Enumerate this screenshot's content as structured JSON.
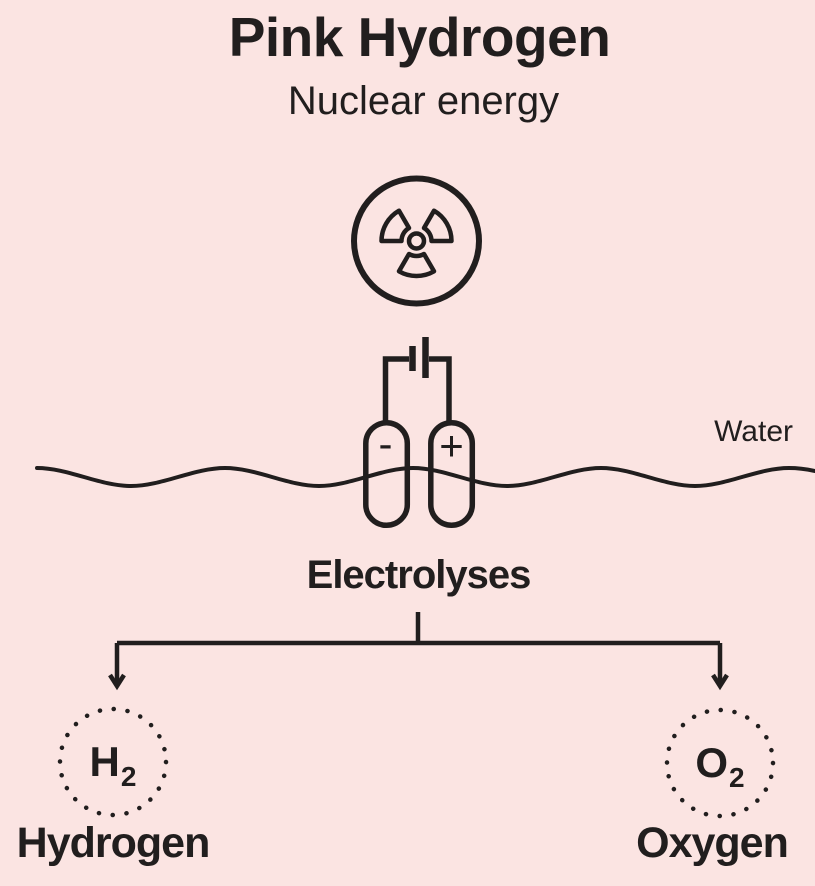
{
  "colors": {
    "background": "#fbe4e2",
    "ink": "#211e1e"
  },
  "header": {
    "title": "Pink Hydrogen",
    "subtitle": "Nuclear energy"
  },
  "energy_source": {
    "icon": "radiation-icon"
  },
  "electrolyzer": {
    "negative_label": "-",
    "positive_label": "+",
    "water_label": "Water",
    "process_label": "Electrolyses",
    "battery_icon": "battery-icon"
  },
  "outputs": {
    "hydrogen": {
      "symbol": "H",
      "subscript": "2",
      "label": "Hydrogen"
    },
    "oxygen": {
      "symbol": "O",
      "subscript": "2",
      "label": "Oxygen"
    }
  }
}
